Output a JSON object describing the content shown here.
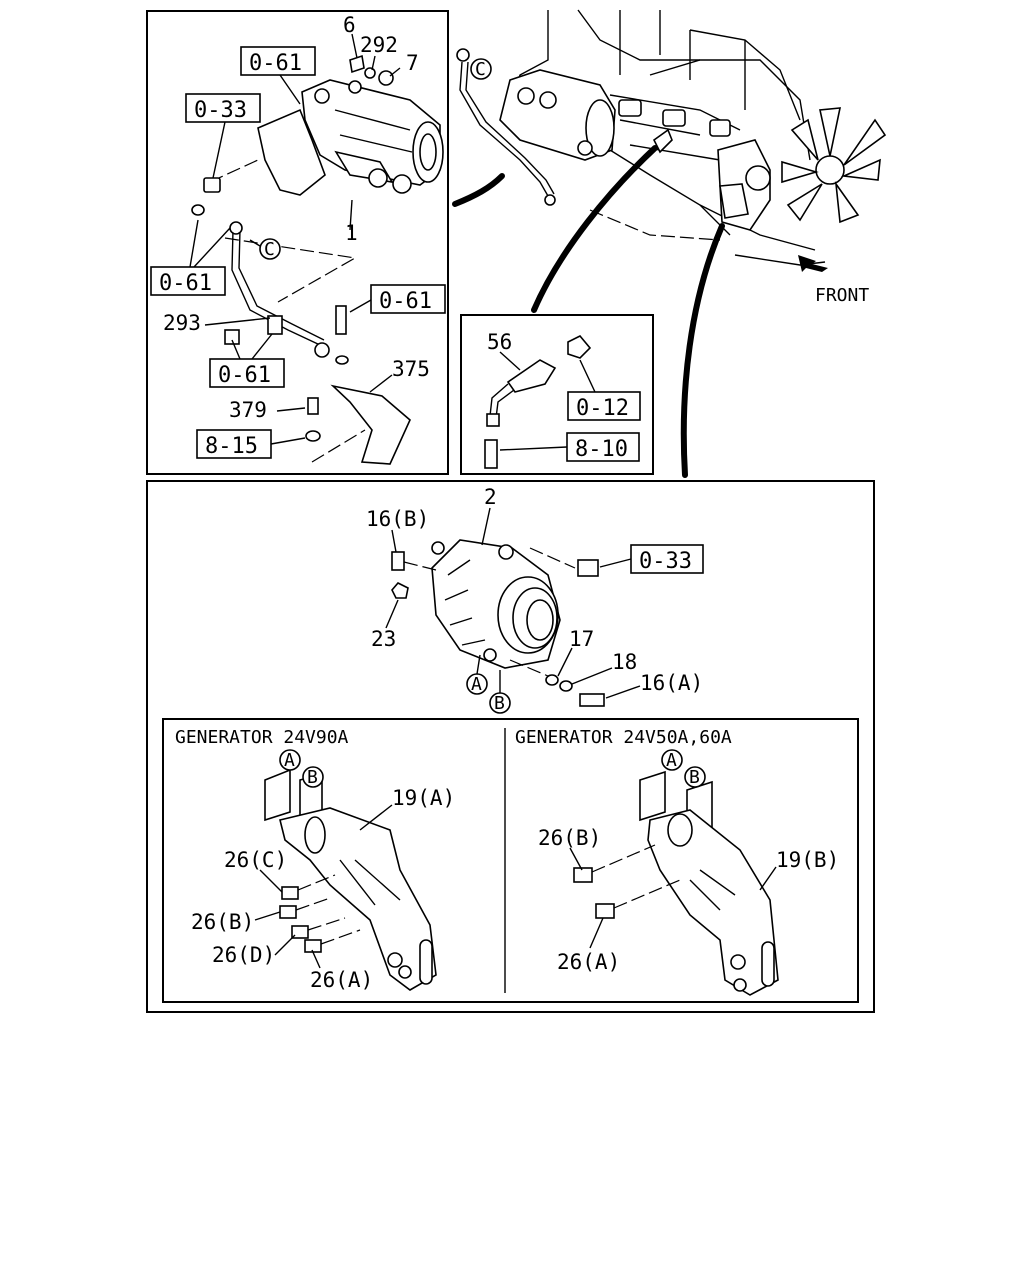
{
  "labels": {
    "p6": "6",
    "p292": "292",
    "p7": "7",
    "p1": "1",
    "p293": "293",
    "p375": "375",
    "p379": "379",
    "p56": "56",
    "p2": "2",
    "p16b": "16(B)",
    "p23": "23",
    "p17": "17",
    "p18": "18",
    "p16a": "16(A)",
    "p19a": "19(A)",
    "p19b": "19(B)",
    "p26c": "26(C)",
    "p26b_l": "26(B)",
    "p26d": "26(D)",
    "p26a_l": "26(A)",
    "p26b_r": "26(B)",
    "p26a_r": "26(A)",
    "front": "FRONT",
    "circ_c": "C",
    "circ_a": "A",
    "circ_b": "B"
  },
  "refs": {
    "r061_top": "0-61",
    "r033_top": "0-33",
    "r061_left": "0-61",
    "r061_right": "0-61",
    "r061_bottom": "0-61",
    "r815": "8-15",
    "r012": "0-12",
    "r810": "8-10",
    "r033_gen": "0-33"
  },
  "variants": {
    "left_title": "GENERATOR 24V90A",
    "right_title": "GENERATOR 24V50A,60A"
  }
}
